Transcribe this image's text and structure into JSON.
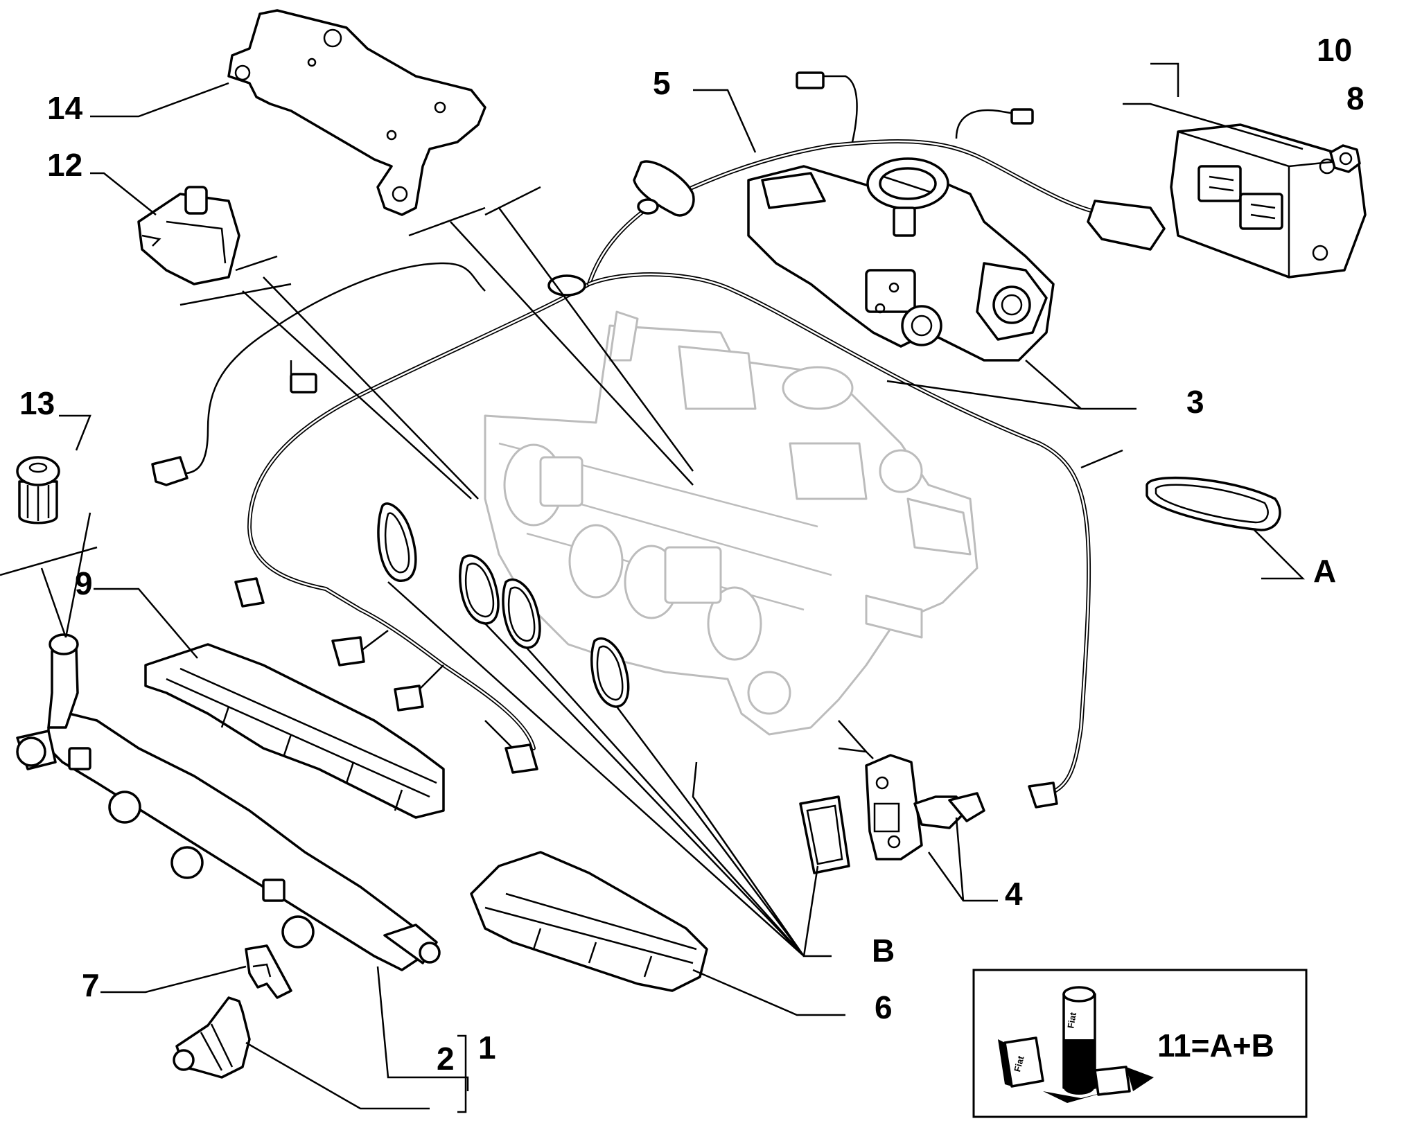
{
  "diagram": {
    "callouts": {
      "c1": "1",
      "c2": "2",
      "c3": "3",
      "c4": "4",
      "c5": "5",
      "c6": "6",
      "c7": "7",
      "c8": "8",
      "c9": "9",
      "c10": "10",
      "c12": "12",
      "c13": "13",
      "c14": "14",
      "cA": "A",
      "cB": "B"
    },
    "kit_box": {
      "formula": "11=A+B",
      "tube_label": "Fiat",
      "box_label": "Fiat"
    }
  }
}
